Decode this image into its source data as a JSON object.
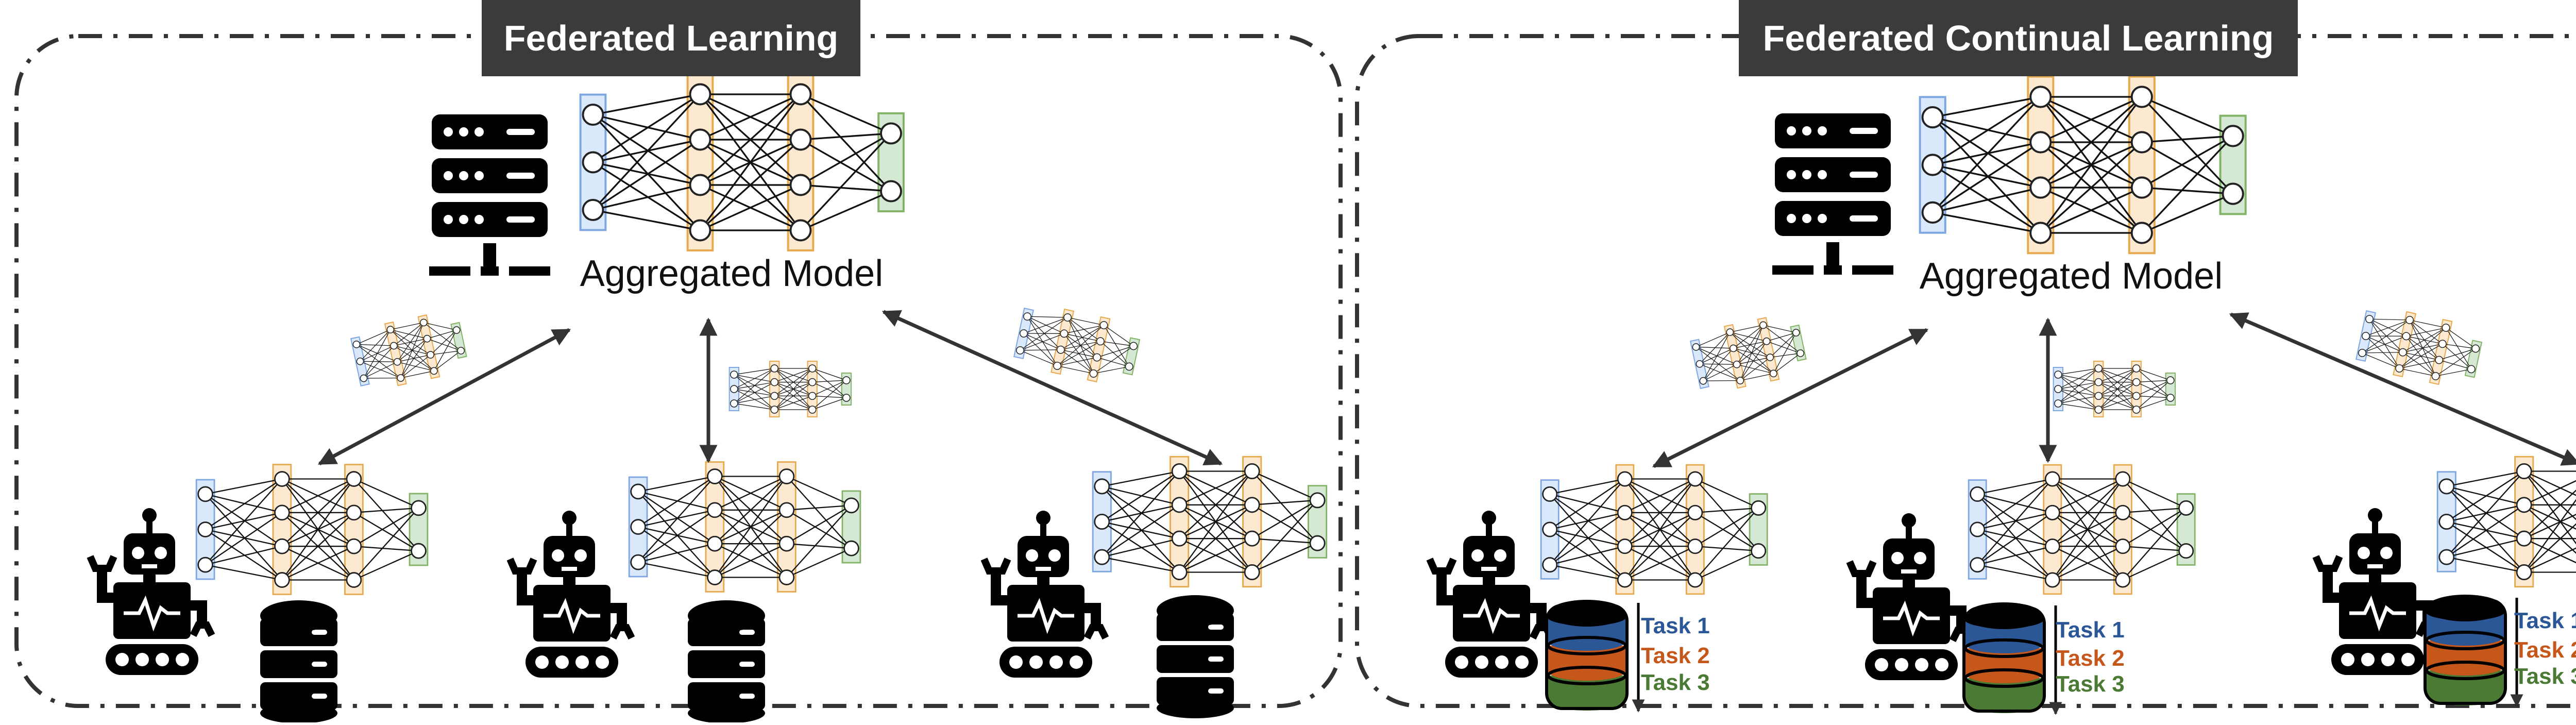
{
  "panels": [
    {
      "title": "Federated Learning",
      "aggregated_label": "Aggregated Model",
      "has_tasks": false
    },
    {
      "title": "Federated Continual Learning",
      "aggregated_label": "Aggregated Model",
      "has_tasks": true
    }
  ],
  "tasks": [
    {
      "label": "Task 1",
      "color": "#2b5797"
    },
    {
      "label": "Task 2",
      "color": "#c5571a"
    },
    {
      "label": "Task 3",
      "color": "#4a7a34"
    }
  ],
  "colors": {
    "input_layer_fill": "#dae8fc",
    "input_layer_stroke": "#7ea6e0",
    "hidden_layer_fill": "#fde9cf",
    "hidden_layer_stroke": "#e6a94d",
    "output_layer_fill": "#d5e8d4",
    "output_layer_stroke": "#82b366",
    "icon_color": "#000000",
    "frame_color": "#333333",
    "title_bg": "#3b3b3b"
  },
  "icons": [
    "server-icon",
    "robot-icon",
    "database-icon",
    "neural-network-icon"
  ]
}
